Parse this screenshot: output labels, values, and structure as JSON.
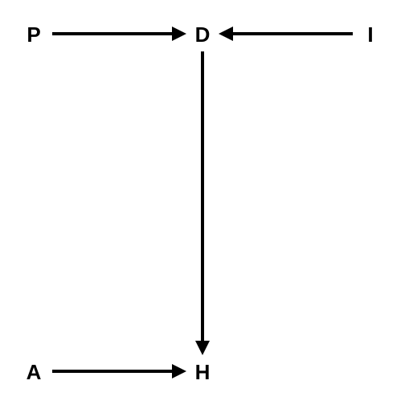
{
  "diagram": {
    "nodes": [
      {
        "id": "P",
        "label": "P"
      },
      {
        "id": "D",
        "label": "D"
      },
      {
        "id": "I",
        "label": "I"
      },
      {
        "id": "A",
        "label": "A"
      },
      {
        "id": "H",
        "label": "H"
      }
    ],
    "edges": [
      {
        "from": "P",
        "to": "D"
      },
      {
        "from": "I",
        "to": "D"
      },
      {
        "from": "D",
        "to": "H"
      },
      {
        "from": "A",
        "to": "H"
      }
    ],
    "colors": {
      "stroke": "#000000",
      "background": "#ffffff"
    }
  }
}
